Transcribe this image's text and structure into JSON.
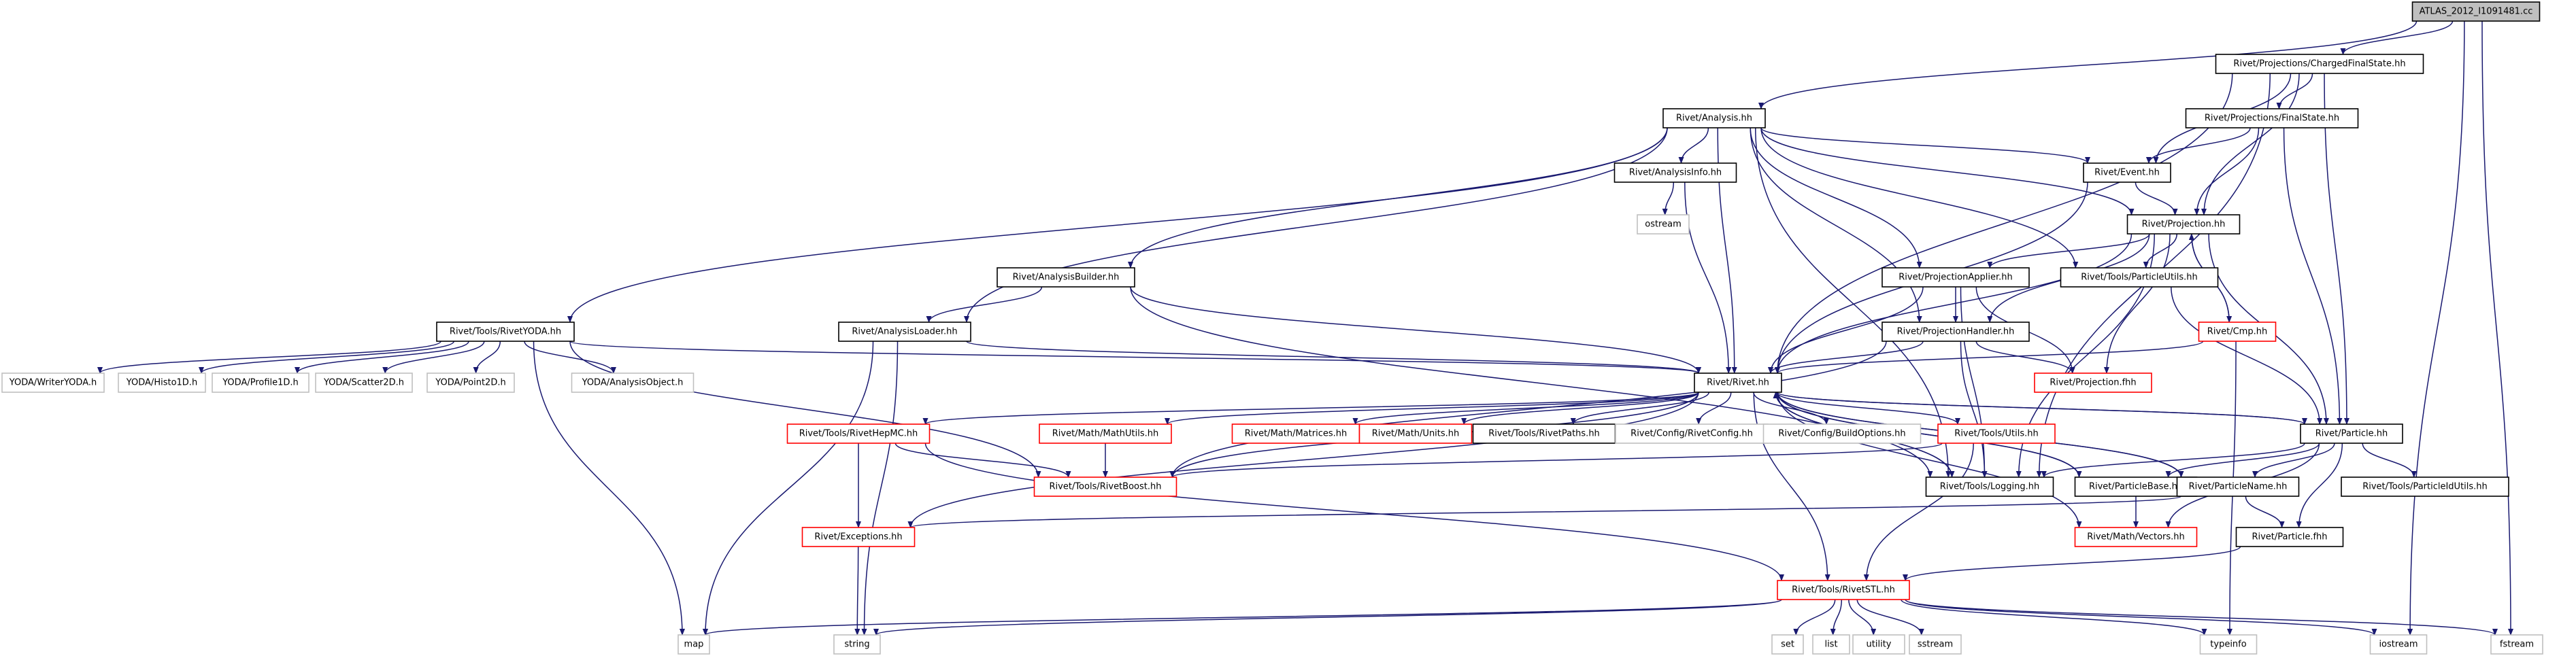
{
  "graph": {
    "title": "ATLAS_2012_I1091481.cc",
    "node_types": {
      "root": {
        "fill": "#bfbfbf",
        "border": "#000000"
      },
      "documented": {
        "fill": "#ffffff",
        "border": "#000000"
      },
      "truncated": {
        "fill": "#ffffff",
        "border": "#ff0000"
      },
      "external": {
        "fill": "#ffffff",
        "border": "#bfbfbf"
      }
    },
    "edge_color": "#191970",
    "nodes": [
      {
        "id": "root",
        "label": "ATLAS_2012_I1091481.cc",
        "type": "root"
      },
      {
        "id": "chargedfs",
        "label": "Rivet/Projections/ChargedFinalState.hh",
        "type": "documented"
      },
      {
        "id": "analysis",
        "label": "Rivet/Analysis.hh",
        "type": "documented"
      },
      {
        "id": "finalstate",
        "label": "Rivet/Projections/FinalState.hh",
        "type": "documented"
      },
      {
        "id": "event",
        "label": "Rivet/Event.hh",
        "type": "documented"
      },
      {
        "id": "analysisinfo",
        "label": "Rivet/AnalysisInfo.hh",
        "type": "documented"
      },
      {
        "id": "projection",
        "label": "Rivet/Projection.hh",
        "type": "documented"
      },
      {
        "id": "ostream",
        "label": "ostream",
        "type": "external"
      },
      {
        "id": "projapplier",
        "label": "Rivet/ProjectionApplier.hh",
        "type": "documented"
      },
      {
        "id": "particleutils",
        "label": "Rivet/Tools/ParticleUtils.hh",
        "type": "documented"
      },
      {
        "id": "analysisbuilder",
        "label": "Rivet/AnalysisBuilder.hh",
        "type": "documented"
      },
      {
        "id": "analysisloader",
        "label": "Rivet/AnalysisLoader.hh",
        "type": "documented"
      },
      {
        "id": "rivetyoda",
        "label": "Rivet/Tools/RivetYODA.hh",
        "type": "documented"
      },
      {
        "id": "projhandler",
        "label": "Rivet/ProjectionHandler.hh",
        "type": "documented"
      },
      {
        "id": "cmp",
        "label": "Rivet/Cmp.hh",
        "type": "truncated"
      },
      {
        "id": "writeryoda",
        "label": "YODA/WriterYODA.h",
        "type": "external"
      },
      {
        "id": "histo1d",
        "label": "YODA/Histo1D.h",
        "type": "external"
      },
      {
        "id": "profile1d",
        "label": "YODA/Profile1D.h",
        "type": "external"
      },
      {
        "id": "scatter2d",
        "label": "YODA/Scatter2D.h",
        "type": "external"
      },
      {
        "id": "point2d",
        "label": "YODA/Point2D.h",
        "type": "external"
      },
      {
        "id": "analysisobject",
        "label": "YODA/AnalysisObject.h",
        "type": "external"
      },
      {
        "id": "rivethh",
        "label": "Rivet/Rivet.hh",
        "type": "documented"
      },
      {
        "id": "projfhh",
        "label": "Rivet/Projection.fhh",
        "type": "truncated"
      },
      {
        "id": "rivethepmc",
        "label": "Rivet/Tools/RivetHepMC.hh",
        "type": "truncated"
      },
      {
        "id": "mathutils",
        "label": "Rivet/Math/MathUtils.hh",
        "type": "truncated"
      },
      {
        "id": "matrices",
        "label": "Rivet/Math/Matrices.hh",
        "type": "truncated"
      },
      {
        "id": "units",
        "label": "Rivet/Math/Units.hh",
        "type": "truncated"
      },
      {
        "id": "rivetpaths",
        "label": "Rivet/Tools/RivetPaths.hh",
        "type": "documented"
      },
      {
        "id": "rivetconfig",
        "label": "Rivet/Config/RivetConfig.hh",
        "type": "external"
      },
      {
        "id": "buildoptions",
        "label": "Rivet/Config/BuildOptions.hh",
        "type": "external"
      },
      {
        "id": "toolsutils",
        "label": "Rivet/Tools/Utils.hh",
        "type": "truncated"
      },
      {
        "id": "particlehh",
        "label": "Rivet/Particle.hh",
        "type": "documented"
      },
      {
        "id": "rivetboost",
        "label": "Rivet/Tools/RivetBoost.hh",
        "type": "truncated"
      },
      {
        "id": "logging",
        "label": "Rivet/Tools/Logging.hh",
        "type": "documented"
      },
      {
        "id": "particlebase",
        "label": "Rivet/ParticleBase.hh",
        "type": "documented"
      },
      {
        "id": "particlename",
        "label": "Rivet/ParticleName.hh",
        "type": "documented"
      },
      {
        "id": "particleidutils",
        "label": "Rivet/Tools/ParticleIdUtils.hh",
        "type": "documented"
      },
      {
        "id": "exceptions",
        "label": "Rivet/Exceptions.hh",
        "type": "truncated"
      },
      {
        "id": "vectors",
        "label": "Rivet/Math/Vectors.hh",
        "type": "truncated"
      },
      {
        "id": "particlefhh",
        "label": "Rivet/Particle.fhh",
        "type": "documented"
      },
      {
        "id": "rivetstl",
        "label": "Rivet/Tools/RivetSTL.hh",
        "type": "truncated"
      },
      {
        "id": "map",
        "label": "map",
        "type": "external"
      },
      {
        "id": "string",
        "label": "string",
        "type": "external"
      },
      {
        "id": "set",
        "label": "set",
        "type": "external"
      },
      {
        "id": "list",
        "label": "list",
        "type": "external"
      },
      {
        "id": "utility",
        "label": "utility",
        "type": "external"
      },
      {
        "id": "sstream",
        "label": "sstream",
        "type": "external"
      },
      {
        "id": "typeinfo",
        "label": "typeinfo",
        "type": "external"
      },
      {
        "id": "iostream",
        "label": "iostream",
        "type": "external"
      },
      {
        "id": "fstream",
        "label": "fstream",
        "type": "external"
      }
    ],
    "edges": [
      [
        "root",
        "chargedfs"
      ],
      [
        "root",
        "analysis"
      ],
      [
        "root",
        "iostream"
      ],
      [
        "root",
        "fstream"
      ],
      [
        "chargedfs",
        "finalstate"
      ],
      [
        "chargedfs",
        "event"
      ],
      [
        "chargedfs",
        "projection"
      ],
      [
        "chargedfs",
        "rivethh"
      ],
      [
        "chargedfs",
        "particlehh"
      ],
      [
        "chargedfs",
        "logging"
      ],
      [
        "finalstate",
        "event"
      ],
      [
        "finalstate",
        "projection"
      ],
      [
        "finalstate",
        "particlehh"
      ],
      [
        "analysis",
        "analysisinfo"
      ],
      [
        "analysis",
        "event"
      ],
      [
        "analysis",
        "projection"
      ],
      [
        "analysis",
        "projapplier"
      ],
      [
        "analysis",
        "particleutils"
      ],
      [
        "analysis",
        "analysisbuilder"
      ],
      [
        "analysis",
        "analysisloader"
      ],
      [
        "analysis",
        "rivetyoda"
      ],
      [
        "analysis",
        "projhandler"
      ],
      [
        "analysis",
        "rivethh"
      ],
      [
        "analysis",
        "logging"
      ],
      [
        "analysisinfo",
        "ostream"
      ],
      [
        "analysisinfo",
        "rivethh"
      ],
      [
        "event",
        "projection"
      ],
      [
        "event",
        "rivethh"
      ],
      [
        "projection",
        "projapplier"
      ],
      [
        "projection",
        "particleutils"
      ],
      [
        "projection",
        "projhandler"
      ],
      [
        "projection",
        "cmp"
      ],
      [
        "projection",
        "projfhh"
      ],
      [
        "projection",
        "rivethh"
      ],
      [
        "projection",
        "particlehh"
      ],
      [
        "projection",
        "logging"
      ],
      [
        "projapplier",
        "projhandler"
      ],
      [
        "projapplier",
        "projfhh"
      ],
      [
        "projapplier",
        "rivethh"
      ],
      [
        "projapplier",
        "logging"
      ],
      [
        "particleutils",
        "particlehh"
      ],
      [
        "projhandler",
        "projfhh"
      ],
      [
        "projhandler",
        "rivethh"
      ],
      [
        "projhandler",
        "rivetboost"
      ],
      [
        "projhandler",
        "logging"
      ],
      [
        "cmp",
        "projection"
      ],
      [
        "cmp",
        "rivethh"
      ],
      [
        "cmp",
        "typeinfo"
      ],
      [
        "analysisbuilder",
        "analysisloader"
      ],
      [
        "analysisbuilder",
        "rivethh"
      ],
      [
        "analysisbuilder",
        "logging"
      ],
      [
        "analysisloader",
        "rivethh"
      ],
      [
        "analysisloader",
        "map"
      ],
      [
        "analysisloader",
        "string"
      ],
      [
        "rivetyoda",
        "writeryoda"
      ],
      [
        "rivetyoda",
        "histo1d"
      ],
      [
        "rivetyoda",
        "profile1d"
      ],
      [
        "rivetyoda",
        "scatter2d"
      ],
      [
        "rivetyoda",
        "point2d"
      ],
      [
        "rivetyoda",
        "analysisobject"
      ],
      [
        "rivetyoda",
        "rivethh"
      ],
      [
        "rivetyoda",
        "rivetboost"
      ],
      [
        "rivetyoda",
        "map"
      ],
      [
        "rivethh",
        "rivethepmc"
      ],
      [
        "rivethh",
        "mathutils"
      ],
      [
        "rivethh",
        "matrices"
      ],
      [
        "rivethh",
        "units"
      ],
      [
        "rivethh",
        "rivetpaths"
      ],
      [
        "rivethh",
        "rivetconfig"
      ],
      [
        "rivethh",
        "buildoptions"
      ],
      [
        "rivethh",
        "toolsutils"
      ],
      [
        "rivethh",
        "particlehh"
      ],
      [
        "rivethh",
        "logging"
      ],
      [
        "rivethh",
        "particlebase"
      ],
      [
        "rivethh",
        "particlename"
      ],
      [
        "rivethh",
        "exceptions"
      ],
      [
        "rivethh",
        "vectors"
      ],
      [
        "rivethh",
        "rivetstl"
      ],
      [
        "rivethh",
        "rivetboost"
      ],
      [
        "rivethepmc",
        "rivetboost"
      ],
      [
        "rivethepmc",
        "exceptions"
      ],
      [
        "rivethepmc",
        "rivetstl"
      ],
      [
        "mathutils",
        "rivetboost"
      ],
      [
        "toolsutils",
        "rivetboost"
      ],
      [
        "toolsutils",
        "rivetstl"
      ],
      [
        "particlehh",
        "rivethh"
      ],
      [
        "particlehh",
        "logging"
      ],
      [
        "particlehh",
        "particlebase"
      ],
      [
        "particlehh",
        "particlename"
      ],
      [
        "particlehh",
        "particleidutils"
      ],
      [
        "particlehh",
        "particlefhh"
      ],
      [
        "particlehh",
        "vectors"
      ],
      [
        "particlebase",
        "rivethh"
      ],
      [
        "particlebase",
        "vectors"
      ],
      [
        "particlename",
        "rivethh"
      ],
      [
        "particlename",
        "particlefhh"
      ],
      [
        "particlename",
        "exceptions"
      ],
      [
        "logging",
        "rivethh"
      ],
      [
        "particlefhh",
        "rivetstl"
      ],
      [
        "exceptions",
        "string"
      ],
      [
        "rivetstl",
        "map"
      ],
      [
        "rivetstl",
        "string"
      ],
      [
        "rivetstl",
        "set"
      ],
      [
        "rivetstl",
        "list"
      ],
      [
        "rivetstl",
        "utility"
      ],
      [
        "rivetstl",
        "sstream"
      ],
      [
        "rivetstl",
        "typeinfo"
      ],
      [
        "rivetstl",
        "iostream"
      ],
      [
        "rivetstl",
        "fstream"
      ]
    ]
  }
}
